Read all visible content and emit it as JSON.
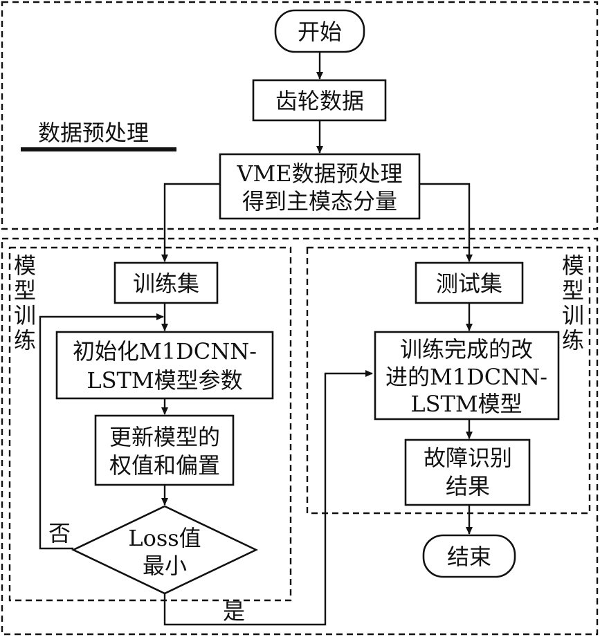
{
  "sections": {
    "preprocess_label": "数据预处理",
    "train_label": [
      "模",
      "型",
      "训",
      "练"
    ],
    "test_label": [
      "模",
      "型",
      "训",
      "练"
    ]
  },
  "nodes": {
    "start": "开始",
    "gear_data": "齿轮数据",
    "vme_line1": "VME数据预处理",
    "vme_line2": "得到主模态分量",
    "train_set": "训练集",
    "init_line1": "初始化M1DCNN-",
    "init_line2": "LSTM模型参数",
    "update_line1": "更新模型的",
    "update_line2": "权值和偏置",
    "decision_line1": "Loss值",
    "decision_line2": "最小",
    "no_label": "否",
    "yes_label": "是",
    "test_set": "测试集",
    "model_line1": "训练完成的改",
    "model_line2": "进的M1DCNN-",
    "model_line3": "LSTM模型",
    "result_line1": "故障识别",
    "result_line2": "结果",
    "end": "结束"
  }
}
